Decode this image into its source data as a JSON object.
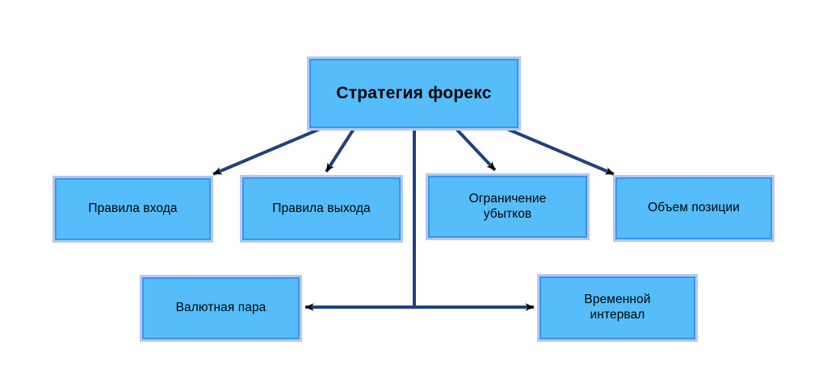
{
  "diagram": {
    "title_node": "Стратегия форекс",
    "language": "ru",
    "colors": {
      "node_fill": "#55bdfa",
      "node_border": "#3f93e8",
      "node_glow": "#b3c9f2",
      "connector": "#22407f",
      "arrowhead": "#000000",
      "text": "#000000",
      "background": "#ffffff"
    },
    "nodes": [
      {
        "id": "root",
        "label": "Стратегия форекс",
        "role": "root"
      },
      {
        "id": "entry",
        "label": "Правила входа",
        "role": "child"
      },
      {
        "id": "exit",
        "label": "Правила выхода",
        "role": "child"
      },
      {
        "id": "stop",
        "label": "Ограничение\nубытков",
        "role": "child"
      },
      {
        "id": "volume",
        "label": "Объем позиции",
        "role": "child"
      },
      {
        "id": "pair",
        "label": "Валютная пара",
        "role": "child"
      },
      {
        "id": "time",
        "label": "Временной\nинтервал",
        "role": "child"
      }
    ],
    "edges": [
      {
        "from": "root",
        "to": "entry",
        "style": "arrow-single"
      },
      {
        "from": "root",
        "to": "exit",
        "style": "arrow-single"
      },
      {
        "from": "root",
        "to": "stop",
        "style": "arrow-single"
      },
      {
        "from": "root",
        "to": "volume",
        "style": "arrow-single"
      },
      {
        "from": "root",
        "to": "pair",
        "style": "arrow-single"
      },
      {
        "from": "root",
        "to": "time",
        "style": "arrow-single"
      }
    ]
  },
  "icons": {
    "arrowhead": "solid-triangle-icon"
  }
}
